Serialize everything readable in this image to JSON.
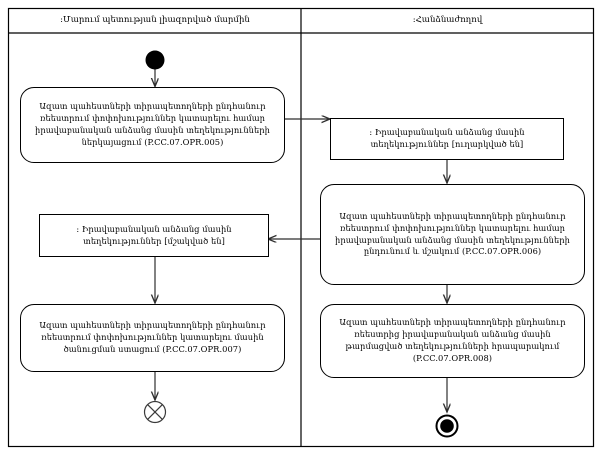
{
  "diagram": {
    "type": "uml-activity-diagram",
    "lanes": [
      {
        "id": "left",
        "title": ":Մարում պետության լիազորված մարմին"
      },
      {
        "id": "right",
        "title": ":Հանձնաժողով"
      }
    ],
    "nodes": {
      "start": {
        "kind": "initial-node",
        "lane": "left"
      },
      "left_action_1": {
        "kind": "action",
        "lane": "left",
        "text": "Ազատ պահեստների տիրապետողների ընդհանուր ռեեստրում փոփոխություններ կատարելու համար իրավաբանական անձանց մասին տեղեկությունների ներկայացում (P.CC.07.OPR.005)"
      },
      "right_object_1": {
        "kind": "object",
        "lane": "right",
        "text": ": Իրավաբանական անձանց մասին տեղեկություններ [ուղարկված են]"
      },
      "right_action_1": {
        "kind": "action",
        "lane": "right",
        "text": "Ազատ պահեստների տիրապետողների ընդհանուր ռեեստրում փոփոխություններ կատարելու համար իրավաբանական անձանց մասին տեղեկությունների ընդունում և մշակում (P.CC.07.OPR.006)"
      },
      "left_object_1": {
        "kind": "object",
        "lane": "left",
        "text": ": Իրավաբանական անձանց մասին տեղեկություններ [մշակված են]"
      },
      "left_action_2": {
        "kind": "action",
        "lane": "left",
        "text": "Ազատ պահեստների տիրապետողների ընդհանուր ռեեստրում փոփոխություններ կատարելու մասին ծանուցման ստացում (P.CC.07.OPR.007)"
      },
      "right_action_2": {
        "kind": "action",
        "lane": "right",
        "text": "Ազատ պահեստների տիրապետողների ընդհանուր ռեեստրից իրավաբանական անձանց մասին թարմացված տեղեկությունների հրապարակում (P.CC.07.OPR.008)"
      },
      "flow_final": {
        "kind": "flow-final-node",
        "lane": "left"
      },
      "activity_final": {
        "kind": "activity-final-node",
        "lane": "right"
      }
    },
    "edges": [
      {
        "from": "start",
        "to": "left_action_1"
      },
      {
        "from": "left_action_1",
        "to": "right_object_1"
      },
      {
        "from": "right_object_1",
        "to": "right_action_1"
      },
      {
        "from": "right_action_1",
        "to": "left_object_1"
      },
      {
        "from": "left_object_1",
        "to": "left_action_2"
      },
      {
        "from": "left_action_2",
        "to": "flow_final"
      },
      {
        "from": "right_action_1",
        "to": "right_action_2"
      },
      {
        "from": "right_action_2",
        "to": "activity_final"
      }
    ],
    "colors": {
      "stroke": "#000000",
      "background": "#ffffff",
      "line": "#3a3a3a"
    }
  }
}
